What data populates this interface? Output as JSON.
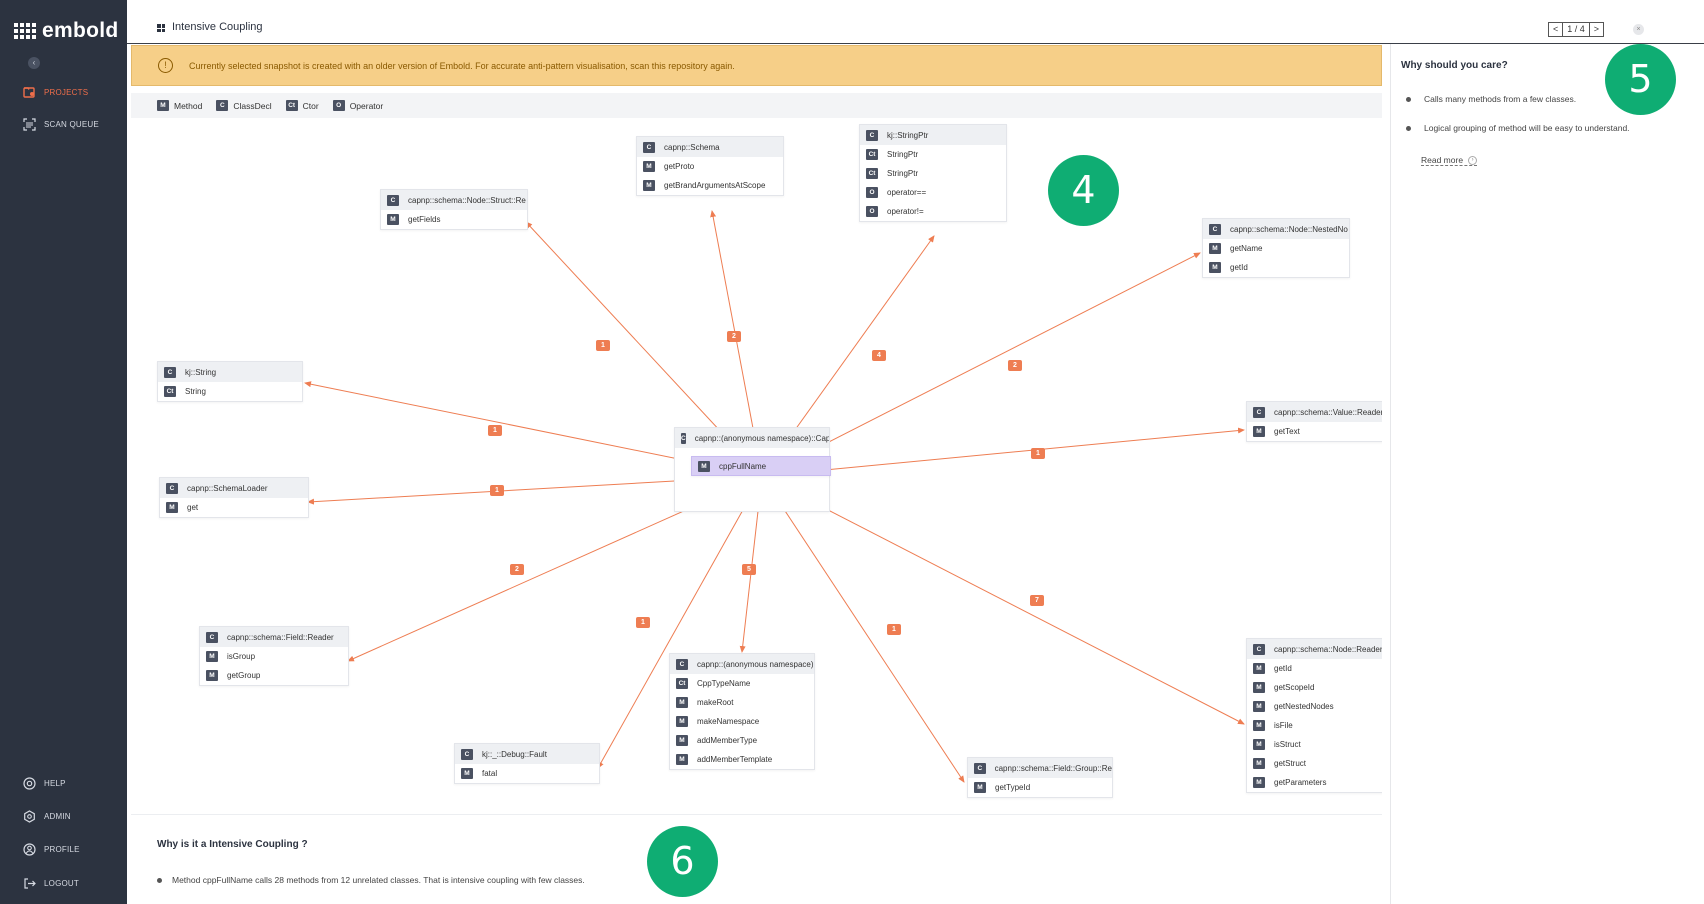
{
  "app": {
    "logo": "embold",
    "title": "Intensive Coupling",
    "pager": {
      "prev": "<",
      "page": "1 / 4",
      "next": ">"
    },
    "close": "×"
  },
  "sidebar": {
    "collapse": "‹",
    "items": [
      {
        "label": "PROJECTS",
        "icon": "projects-icon"
      },
      {
        "label": "SCAN QUEUE",
        "icon": "scan-queue-icon"
      },
      {
        "label": "HELP",
        "icon": "help-icon"
      },
      {
        "label": "ADMIN",
        "icon": "admin-icon"
      },
      {
        "label": "PROFILE",
        "icon": "profile-icon"
      },
      {
        "label": "LOGOUT",
        "icon": "logout-icon"
      }
    ]
  },
  "warning": {
    "icon": "!",
    "text": "Currently selected snapshot is created with an older version of Embold. For accurate anti-pattern visualisation, scan this repository again."
  },
  "legend": [
    {
      "badge": "M",
      "label": "Method"
    },
    {
      "badge": "C",
      "label": "ClassDecl"
    },
    {
      "badge": "Ct",
      "label": "Ctor"
    },
    {
      "badge": "O",
      "label": "Operator"
    }
  ],
  "graph": {
    "center": {
      "header": "capnp::(anonymous namespace)::Capnp",
      "method": "cppFullName"
    },
    "nodes": [
      {
        "header": "capnp::schema::Node::Struct::Re",
        "rows": [
          {
            "t": "M",
            "l": "getFields"
          }
        ]
      },
      {
        "header": "capnp::Schema",
        "rows": [
          {
            "t": "M",
            "l": "getProto"
          },
          {
            "t": "M",
            "l": "getBrandArgumentsAtScope"
          }
        ]
      },
      {
        "header": "kj::StringPtr",
        "rows": [
          {
            "t": "Ct",
            "l": "StringPtr"
          },
          {
            "t": "Ct",
            "l": "StringPtr"
          },
          {
            "t": "O",
            "l": "operator=="
          },
          {
            "t": "O",
            "l": "operator!="
          }
        ]
      },
      {
        "header": "capnp::schema::Node::NestedNo",
        "rows": [
          {
            "t": "M",
            "l": "getName"
          },
          {
            "t": "M",
            "l": "getId"
          }
        ]
      },
      {
        "header": "kj::String",
        "rows": [
          {
            "t": "Ct",
            "l": "String"
          }
        ]
      },
      {
        "header": "capnp::schema::Value::Reader",
        "rows": [
          {
            "t": "M",
            "l": "getText"
          }
        ]
      },
      {
        "header": "capnp::SchemaLoader",
        "rows": [
          {
            "t": "M",
            "l": "get"
          }
        ]
      },
      {
        "header": "capnp::schema::Field::Reader",
        "rows": [
          {
            "t": "M",
            "l": "isGroup"
          },
          {
            "t": "M",
            "l": "getGroup"
          }
        ]
      },
      {
        "header": "capnp::(anonymous namespace)",
        "rows": [
          {
            "t": "Ct",
            "l": "CppTypeName"
          },
          {
            "t": "M",
            "l": "makeRoot"
          },
          {
            "t": "M",
            "l": "makeNamespace"
          },
          {
            "t": "M",
            "l": "addMemberType"
          },
          {
            "t": "M",
            "l": "addMemberTemplate"
          }
        ]
      },
      {
        "header": "kj::_::Debug::Fault",
        "rows": [
          {
            "t": "M",
            "l": "fatal"
          }
        ]
      },
      {
        "header": "capnp::schema::Field::Group::Re",
        "rows": [
          {
            "t": "M",
            "l": "getTypeId"
          }
        ]
      },
      {
        "header": "capnp::schema::Node::Reader",
        "rows": [
          {
            "t": "M",
            "l": "getId"
          },
          {
            "t": "M",
            "l": "getScopeId"
          },
          {
            "t": "M",
            "l": "getNestedNodes"
          },
          {
            "t": "M",
            "l": "isFile"
          },
          {
            "t": "M",
            "l": "isStruct"
          },
          {
            "t": "M",
            "l": "getStruct"
          },
          {
            "t": "M",
            "l": "getParameters"
          }
        ]
      }
    ],
    "edge_counts": [
      "1",
      "2",
      "4",
      "2",
      "1",
      "1",
      "1",
      "2",
      "5",
      "1",
      "1",
      "7"
    ]
  },
  "why_care": {
    "title": "Why should you care?",
    "items": [
      "Calls many methods from a few classes.",
      "Logical grouping of method will be easy to understand."
    ],
    "read_more": "Read more"
  },
  "why_is": {
    "title": "Why is it a Intensive Coupling ?",
    "items": [
      "Method cppFullName calls 28 methods from 12 unrelated classes. That is intensive coupling with few classes."
    ]
  },
  "callouts": [
    "4",
    "5",
    "6"
  ],
  "colors": {
    "sidebar": "#2c3340",
    "accent": "#ef6e4a",
    "edge": "#ee7d52",
    "warning_bg": "#f6cf88",
    "highlight": "#d9cff5",
    "callout": "#0fad73"
  }
}
